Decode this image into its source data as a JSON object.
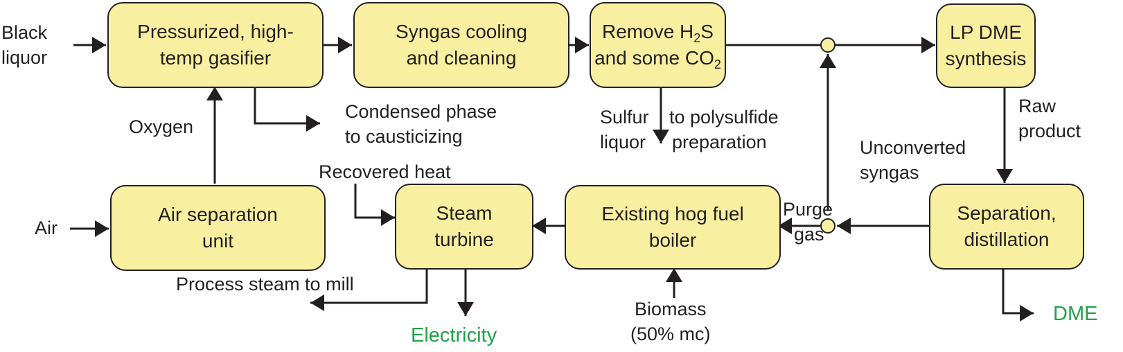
{
  "colors": {
    "box_fill": "#f8f0a0",
    "stroke": "#231f20",
    "output_text": "#1fa24a"
  },
  "boxes": {
    "gasifier": {
      "line1": "Pressurized, high-",
      "line2": "temp gasifier"
    },
    "syngas_cleaning": {
      "line1": "Syngas cooling",
      "line2": "and cleaning"
    },
    "remove_h2s": {
      "line1_pre": "Remove H",
      "line1_sub": "2",
      "line1_post": "S",
      "line2_pre": "and some CO",
      "line2_sub": "2"
    },
    "lp_dme": {
      "line1": "LP DME",
      "line2": "synthesis"
    },
    "air_separation": {
      "line1": "Air separation",
      "line2": "unit"
    },
    "steam_turbine": {
      "line1": "Steam",
      "line2": "turbine"
    },
    "hog_fuel_boiler": {
      "line1": "Existing hog fuel",
      "line2": "boiler"
    },
    "separation": {
      "line1": "Separation,",
      "line2": "distillation"
    }
  },
  "labels": {
    "black_liquor": {
      "line1": "Black",
      "line2": "liquor"
    },
    "oxygen": "Oxygen",
    "condensed": {
      "line1": "Condensed phase",
      "line2": "to causticizing"
    },
    "sulfur": {
      "line1": "Sulfur",
      "line2": "liquor"
    },
    "polysulfide": {
      "line1": "to polysulfide",
      "line2": "preparation"
    },
    "unconverted": {
      "line1": "Unconverted",
      "line2": "syngas"
    },
    "raw_product": {
      "line1": "Raw",
      "line2": "product"
    },
    "air": "Air",
    "recovered_heat": "Recovered heat",
    "purge_gas": {
      "line1": "Purge",
      "line2": "gas"
    },
    "process_steam": "Process steam to mill",
    "biomass": {
      "line1": "Biomass",
      "line2": "(50% mc)"
    }
  },
  "outputs": {
    "electricity": "Electricity",
    "dme": "DME"
  }
}
